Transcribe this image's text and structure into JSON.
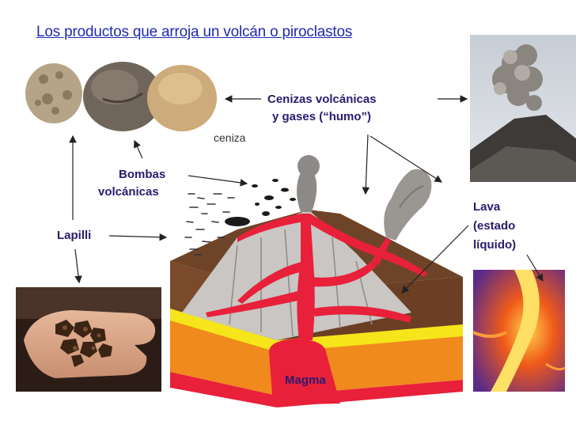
{
  "title": "Los productos que arroja un volcán o piroclastos",
  "labels": {
    "cenizas_line1": "Cenizas volcánicas",
    "cenizas_line2": "y gases (“humo”)",
    "ceniza": "ceniza",
    "bombas_line1": "Bombas",
    "bombas_line2": "volcánicas",
    "lapilli": "Lapilli",
    "lava_line1": "Lava",
    "lava_line2": "(estado",
    "lava_line3": "líquido)",
    "magma": "Magma"
  },
  "colors": {
    "title": "#1f2bb0",
    "labels": "#2a1b6e",
    "lava": "#e8203a",
    "crust": "#7a4a2a",
    "magma_layer_yellow": "#f5e51a",
    "magma_layer_orange": "#f08a1c"
  }
}
